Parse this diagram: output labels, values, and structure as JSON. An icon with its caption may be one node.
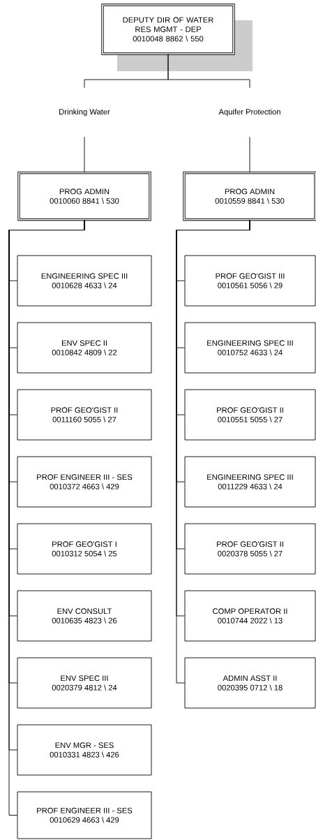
{
  "diagram": {
    "nodes": [
      {
        "text": [
          "DEPUTY DIR OF WATER RES MGMT - DEP",
          "0010048 8862 \\ 550"
        ]
      },
      {
        "text": [
          "Drinking Water"
        ]
      },
      {
        "text": [
          "Aquifer Protection"
        ]
      },
      {
        "text": [
          "PROG ADMIN",
          "0010060 8841 \\ 530"
        ]
      },
      {
        "text": [
          "PROG ADMIN",
          "0010559 8841 \\ 530"
        ]
      },
      {
        "text": [
          "ENGINEERING SPEC III",
          "0010628 4633 \\ 24"
        ]
      },
      {
        "text": [
          "ENV SPEC II",
          "0010842 4809 \\ 22"
        ]
      },
      {
        "text": [
          "PROF GEO'GIST II",
          "0011160 5055 \\ 27"
        ]
      },
      {
        "text": [
          "PROF ENGINEER III - SES",
          "0010372 4663 \\ 429"
        ]
      },
      {
        "text": [
          "PROF GEO'GIST I",
          "0010312 5054 \\ 25"
        ]
      },
      {
        "text": [
          "ENV CONSULT",
          "0010635 4823 \\ 26"
        ]
      },
      {
        "text": [
          "ENV SPEC III",
          "0020379 4812 \\ 24"
        ]
      },
      {
        "text": [
          "ENV MGR - SES",
          "0010331 4823 \\ 426"
        ]
      },
      {
        "text": [
          "PROF ENGINEER III - SES",
          "0010629 4663 \\ 429"
        ]
      },
      {
        "text": [
          "PROF GEO'GIST III",
          "0010561 5056 \\ 29"
        ]
      },
      {
        "text": [
          "ENGINEERING SPEC III",
          "0010752 4633 \\ 24"
        ]
      },
      {
        "text": [
          "PROF GEO'GIST II",
          "0010551 5055 \\ 27"
        ]
      },
      {
        "text": [
          "ENGINEERING SPEC III",
          "0011229 4633 \\ 24"
        ]
      },
      {
        "text": [
          "PROF GEO'GIST II",
          "0020378 5055 \\ 27"
        ]
      },
      {
        "text": [
          "COMP OPERATOR II",
          "0010744 2022 \\ 13"
        ]
      },
      {
        "text": [
          "ADMIN ASST II",
          "0020395 0712 \\ 18"
        ]
      }
    ],
    "edges": [
      {
        "from": 0,
        "to": 1,
        "arrow": "none"
      },
      {
        "from": 0,
        "to": 2,
        "arrow": "none"
      },
      {
        "from": 1,
        "to": 3,
        "arrow": "none"
      },
      {
        "from": 2,
        "to": 4,
        "arrow": "none"
      },
      {
        "from": 3,
        "to": 5,
        "arrow": "none"
      },
      {
        "from": 3,
        "to": 6,
        "arrow": "none"
      },
      {
        "from": 3,
        "to": 7,
        "arrow": "none"
      },
      {
        "from": 3,
        "to": 8,
        "arrow": "none"
      },
      {
        "from": 3,
        "to": 9,
        "arrow": "none"
      },
      {
        "from": 3,
        "to": 10,
        "arrow": "none"
      },
      {
        "from": 3,
        "to": 11,
        "arrow": "none"
      },
      {
        "from": 3,
        "to": 12,
        "arrow": "none"
      },
      {
        "from": 3,
        "to": 13,
        "arrow": "none"
      },
      {
        "from": 4,
        "to": 14,
        "arrow": "none"
      },
      {
        "from": 4,
        "to": 15,
        "arrow": "none"
      },
      {
        "from": 4,
        "to": 16,
        "arrow": "none"
      },
      {
        "from": 4,
        "to": 17,
        "arrow": "none"
      },
      {
        "from": 4,
        "to": 18,
        "arrow": "none"
      },
      {
        "from": 4,
        "to": 19,
        "arrow": "none"
      },
      {
        "from": 4,
        "to": 20,
        "arrow": "none"
      }
    ]
  }
}
